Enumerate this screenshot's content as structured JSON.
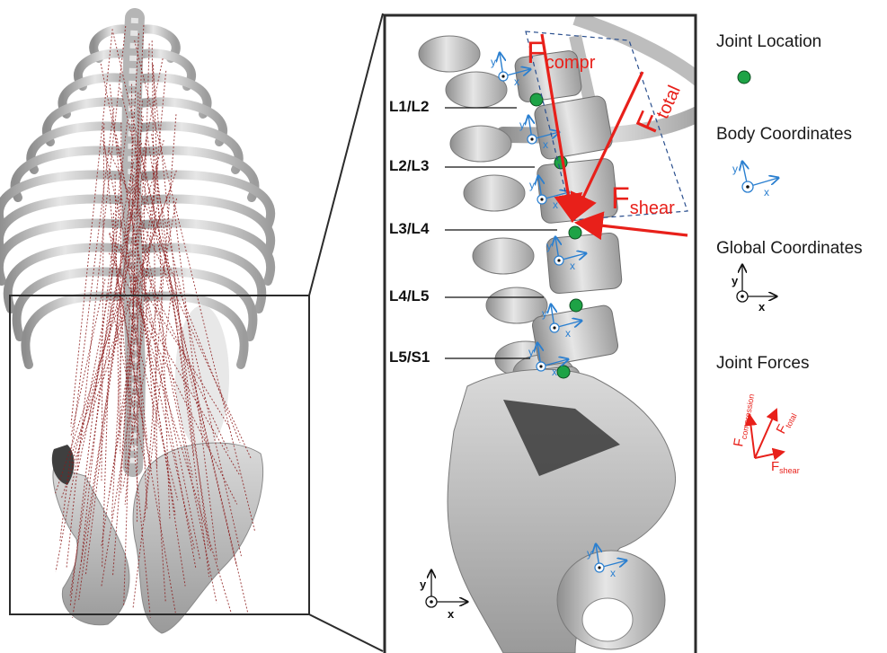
{
  "joint_labels": [
    "L1/L2",
    "L2/L3",
    "L3/L4",
    "L4/L5",
    "L5/S1"
  ],
  "forces": {
    "compr": {
      "main": "F",
      "sub": "compr"
    },
    "total": {
      "main": "F",
      "sub": "total"
    },
    "shear": {
      "main": "F",
      "sub": "shear"
    }
  },
  "legend": {
    "joint_location": "Joint Location",
    "body_coordinates": "Body Coordinates",
    "global_coordinates": "Global Coordinates",
    "joint_forces": "Joint Forces",
    "force_compression": {
      "main": "F",
      "sub": "compression"
    },
    "force_total": {
      "main": "F",
      "sub": "total"
    },
    "force_shear": {
      "main": "F",
      "sub": "shear"
    }
  },
  "axis_labels": {
    "x": "x",
    "y": "y"
  },
  "colors": {
    "joint": "#1ea346",
    "body_axes": "#2a7fd0",
    "forces": "#e8201a",
    "muscles": "#8b1a1a",
    "bone": "#c9c9c9"
  }
}
